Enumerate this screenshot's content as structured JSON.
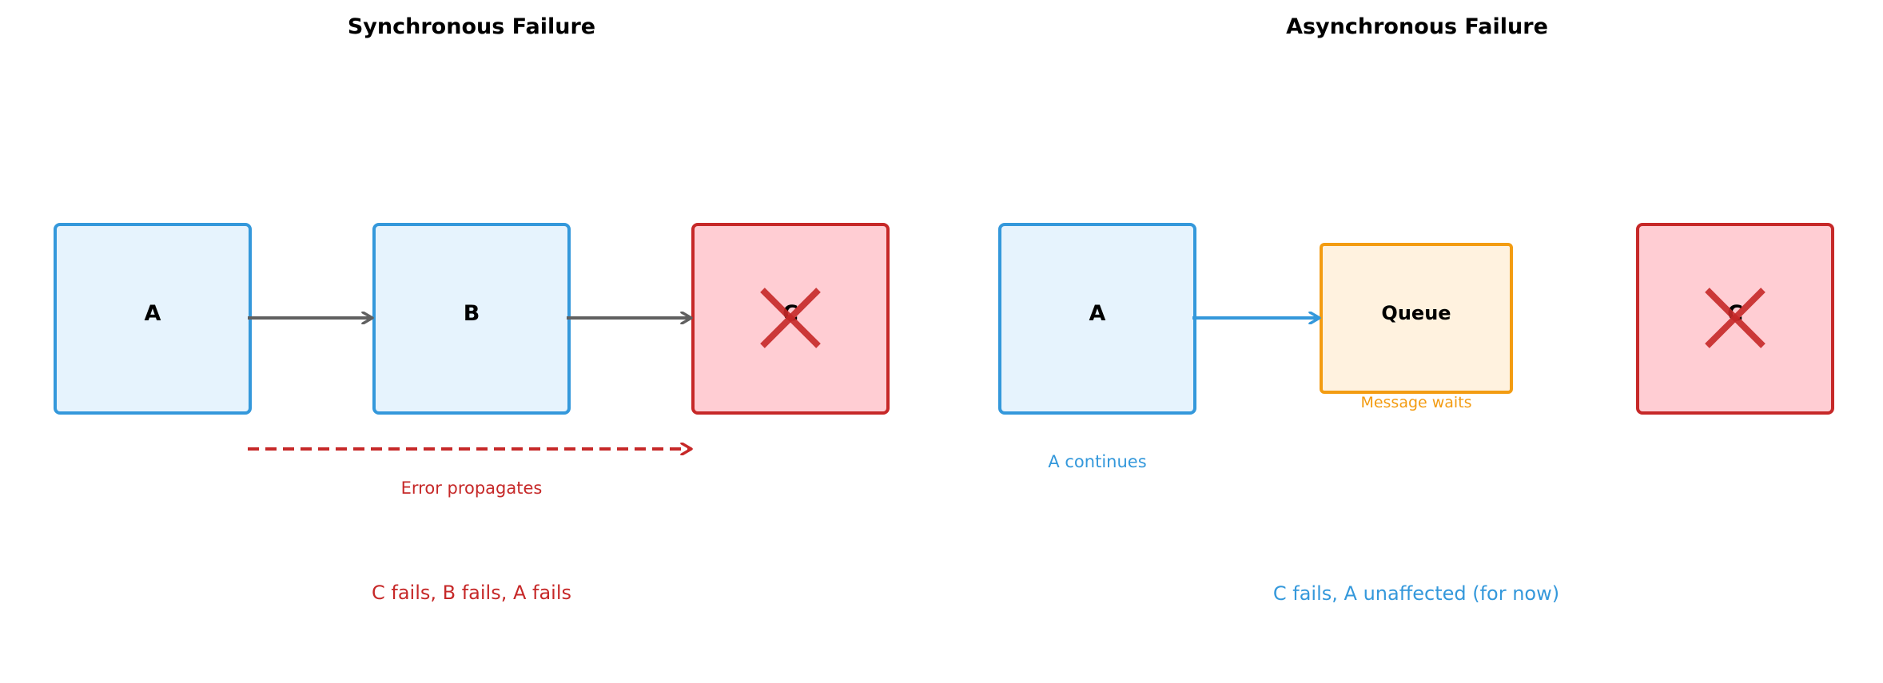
{
  "colors": {
    "node_blue_fill": "#E6F3FD",
    "node_blue_stroke": "#3498DB",
    "node_failed_fill": "#FFCDD3",
    "node_failed_stroke": "#C62828",
    "queue_fill": "#FFF2DF",
    "queue_stroke": "#F39C12",
    "arrow_gray": "#606060",
    "error_red": "#C62828",
    "async_blue": "#3498DB",
    "queue_orange": "#F39C12"
  },
  "sync": {
    "title": "Synchronous Failure",
    "nodes": {
      "a": "A",
      "b": "B",
      "c": "C"
    },
    "error_label": "Error propagates",
    "summary": "C fails, B fails, A fails"
  },
  "async": {
    "title": "Asynchronous Failure",
    "nodes": {
      "a": "A",
      "queue": "Queue",
      "c": "C"
    },
    "queue_note": "Message waits",
    "a_note": "A continues",
    "summary": "C fails, A unaffected (for now)"
  }
}
